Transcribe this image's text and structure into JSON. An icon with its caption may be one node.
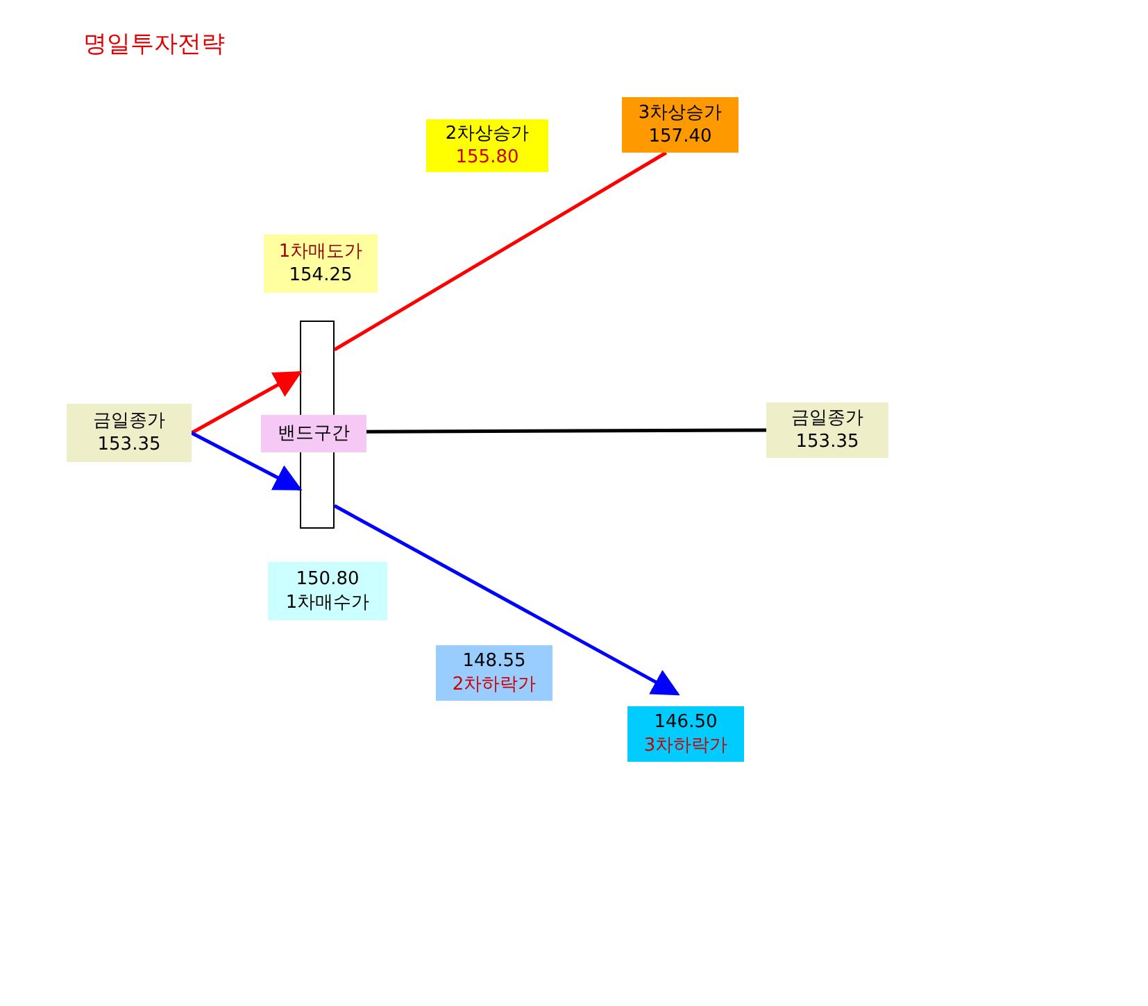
{
  "diagram": {
    "title": "명일투자전략",
    "nodes": [
      {
        "text": [
          "금일종가",
          "153.35"
        ]
      },
      {
        "text": [],
        "shape": "box"
      },
      {
        "text": [
          "밴드구간"
        ]
      },
      {
        "text": [
          "1차매도가",
          "154.25"
        ]
      },
      {
        "text": [
          "2차상승가",
          "155.80"
        ]
      },
      {
        "text": [
          "3차상승가",
          "157.40"
        ]
      },
      {
        "text": [
          "금일종가",
          "153.35"
        ]
      },
      {
        "text": [
          "150.80",
          "1차매수가"
        ]
      },
      {
        "text": [
          "148.55",
          "2차하락가"
        ]
      },
      {
        "text": [
          "146.50",
          "3차하락가"
        ]
      }
    ],
    "edges": [
      {
        "from": 0,
        "to": 1,
        "arrow": "to",
        "color": "#ff0000"
      },
      {
        "from": 0,
        "to": 1,
        "arrow": "to",
        "color": "#0000ff"
      },
      {
        "from": 1,
        "to": 5,
        "arrow": "none",
        "color": "#ff0000"
      },
      {
        "from": 2,
        "to": 6,
        "arrow": "none",
        "color": "#000000"
      },
      {
        "from": 1,
        "to": 9,
        "arrow": "to",
        "color": "#0000ff"
      }
    ]
  }
}
